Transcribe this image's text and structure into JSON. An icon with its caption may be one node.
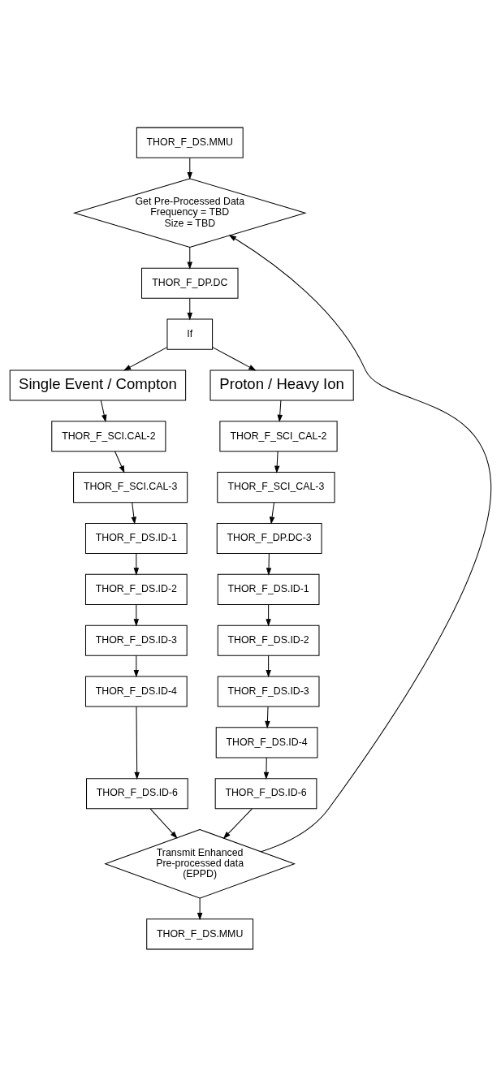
{
  "diagram": {
    "nodes": [
      {
        "text": [
          "THOR_F_DS.MMU"
        ]
      },
      {
        "text": [
          "Get Pre-Processed Data",
          "Frequency = TBD",
          "Size = TBD"
        ]
      },
      {
        "text": [
          "THOR_F_DP.DC"
        ]
      },
      {
        "text": [
          "If"
        ]
      },
      {
        "text": [
          "Single Event / Compton"
        ]
      },
      {
        "text": [
          "Proton / Heavy Ion"
        ]
      },
      {
        "text": [
          "THOR_F_SCI.CAL-2"
        ]
      },
      {
        "text": [
          "THOR_F_SCI.CAL-3"
        ]
      },
      {
        "text": [
          "THOR_F_DS.ID-1"
        ]
      },
      {
        "text": [
          "THOR_F_DS.ID-2"
        ]
      },
      {
        "text": [
          "THOR_F_DS.ID-3"
        ]
      },
      {
        "text": [
          "THOR_F_DS.ID-4"
        ]
      },
      {
        "text": [
          "THOR_F_DS.ID-6"
        ]
      },
      {
        "text": [
          "THOR_F_SCI_CAL-2"
        ]
      },
      {
        "text": [
          "THOR_F_SCI_CAL-3"
        ]
      },
      {
        "text": [
          "THOR_F_DP.DC-3"
        ]
      },
      {
        "text": [
          "THOR_F_DS.ID-1"
        ]
      },
      {
        "text": [
          "THOR_F_DS.ID-2"
        ]
      },
      {
        "text": [
          "THOR_F_DS.ID-3"
        ]
      },
      {
        "text": [
          "THOR_F_DS.ID-4"
        ]
      },
      {
        "text": [
          "THOR_F_DS.ID-6"
        ]
      },
      {
        "text": [
          "Transmit Enhanced Pre-processed data (EPPD)"
        ]
      },
      {
        "text": [
          "THOR_F_DS.MMU"
        ]
      }
    ],
    "edges": [
      {
        "from": 0,
        "to": 1,
        "arrow": "to"
      },
      {
        "from": 1,
        "to": 2,
        "arrow": "to"
      },
      {
        "from": 2,
        "to": 3,
        "arrow": "to"
      },
      {
        "from": 3,
        "to": 4,
        "arrow": "to"
      },
      {
        "from": 3,
        "to": 5,
        "arrow": "to"
      },
      {
        "from": 4,
        "to": 6,
        "arrow": "to"
      },
      {
        "from": 6,
        "to": 7,
        "arrow": "to"
      },
      {
        "from": 7,
        "to": 8,
        "arrow": "to"
      },
      {
        "from": 8,
        "to": 9,
        "arrow": "to"
      },
      {
        "from": 9,
        "to": 10,
        "arrow": "to"
      },
      {
        "from": 10,
        "to": 11,
        "arrow": "to"
      },
      {
        "from": 11,
        "to": 12,
        "arrow": "to"
      },
      {
        "from": 5,
        "to": 13,
        "arrow": "to"
      },
      {
        "from": 13,
        "to": 14,
        "arrow": "to"
      },
      {
        "from": 14,
        "to": 15,
        "arrow": "to"
      },
      {
        "from": 15,
        "to": 16,
        "arrow": "to"
      },
      {
        "from": 16,
        "to": 17,
        "arrow": "to"
      },
      {
        "from": 17,
        "to": 18,
        "arrow": "to"
      },
      {
        "from": 18,
        "to": 19,
        "arrow": "to"
      },
      {
        "from": 19,
        "to": 20,
        "arrow": "to"
      },
      {
        "from": 12,
        "to": 21,
        "arrow": "to"
      },
      {
        "from": 20,
        "to": 21,
        "arrow": "to"
      },
      {
        "from": 21,
        "to": 1,
        "arrow": "to"
      },
      {
        "from": 21,
        "to": 22,
        "arrow": "to"
      }
    ]
  }
}
